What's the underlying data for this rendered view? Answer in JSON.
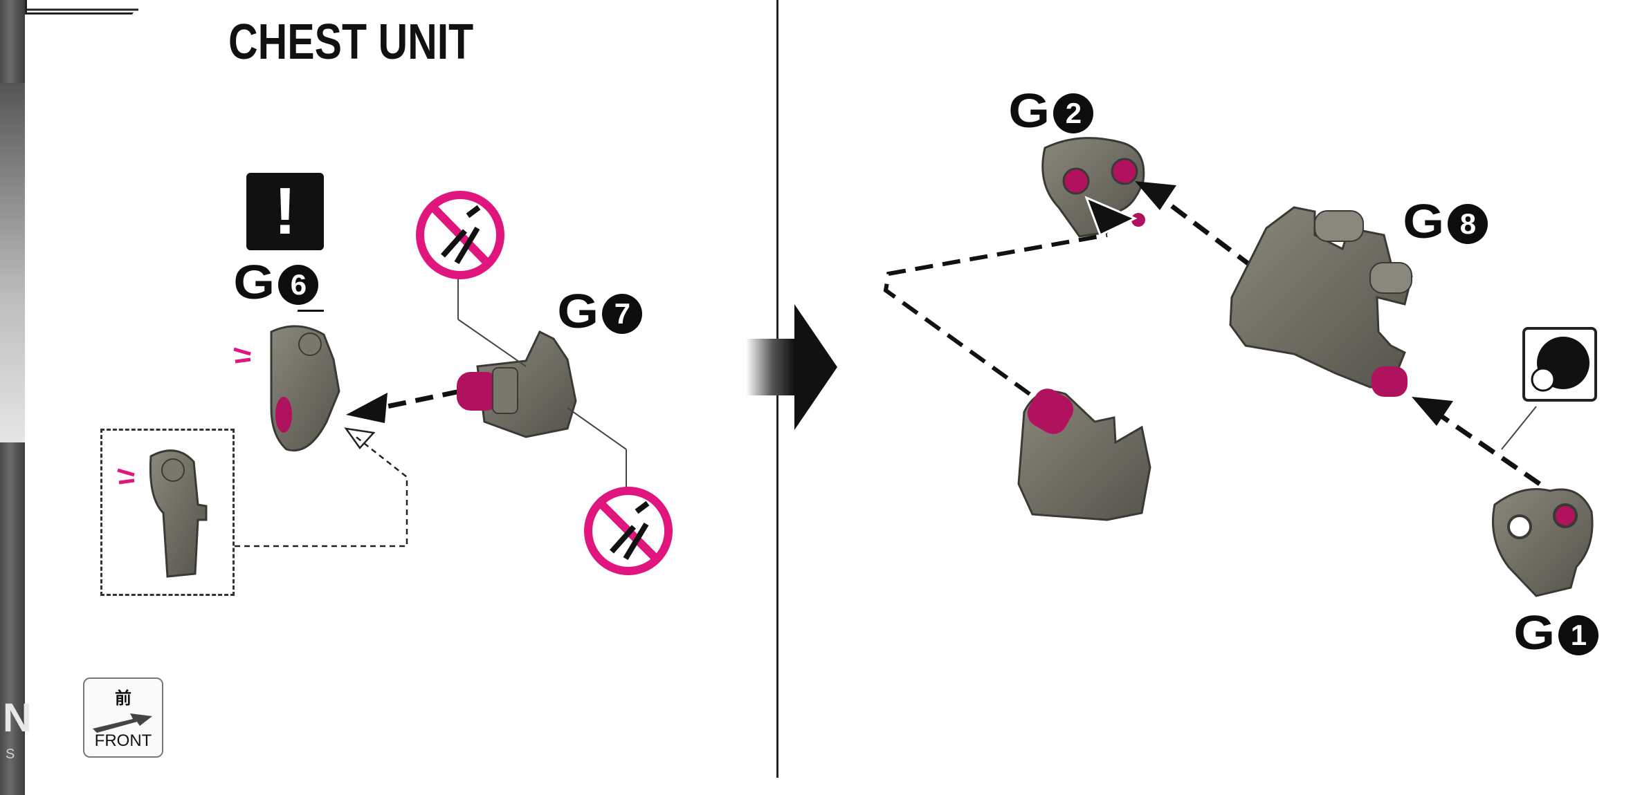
{
  "header": {
    "title": "CHEST UNIT"
  },
  "sidebar": {
    "brand_fragment": "N",
    "sub_fragment": "S"
  },
  "parts": {
    "g6": {
      "runner": "G",
      "number": "6"
    },
    "g7": {
      "runner": "G",
      "number": "7"
    },
    "g2": {
      "runner": "G",
      "number": "2"
    },
    "g8": {
      "runner": "G",
      "number": "8"
    },
    "g1": {
      "runner": "G",
      "number": "1"
    }
  },
  "warning_icon": {
    "glyph": "!"
  },
  "front_icon": {
    "kanji": "前",
    "label": "FRONT"
  },
  "icons": [
    "no-nipper-icon",
    "warning-icon",
    "front-orientation-icon",
    "round-part-icon",
    "next-step-arrow-icon"
  ],
  "colors": {
    "part_gray": "#6f6c62",
    "joint_magenta": "#b0125e",
    "prohibit_pink": "#e0157d",
    "ink": "#111111"
  }
}
